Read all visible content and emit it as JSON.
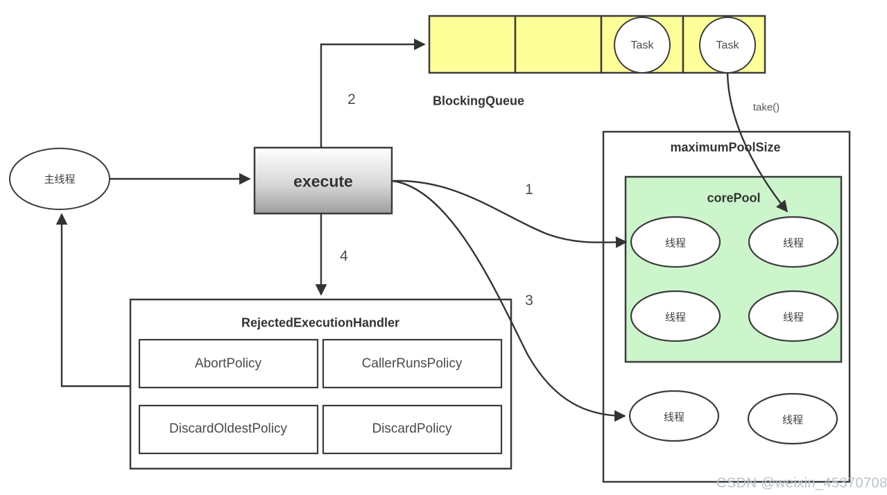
{
  "diagram": {
    "title_watermark": "CSDN @weixin_45370708",
    "main_thread": {
      "label": "主线程"
    },
    "execute": {
      "label": "execute"
    },
    "blocking_queue": {
      "caption": "BlockingQueue",
      "cells": [
        {
          "task": ""
        },
        {
          "task": ""
        },
        {
          "task": "Task"
        },
        {
          "task": "Task"
        }
      ],
      "fill_color": "#FFFF99"
    },
    "pool": {
      "outer_label": "maximumPoolSize",
      "core_label": "corePool",
      "core_fill_color": "#CCF5CC",
      "core_threads": [
        {
          "label": "线程"
        },
        {
          "label": "线程"
        },
        {
          "label": "线程"
        },
        {
          "label": "线程"
        }
      ],
      "extra_threads": [
        {
          "label": "线程"
        },
        {
          "label": "线程"
        }
      ]
    },
    "handler": {
      "title": "RejectedExecutionHandler",
      "policies": [
        {
          "label": "AbortPolicy"
        },
        {
          "label": "CallerRunsPolicy"
        },
        {
          "label": "DiscardOldestPolicy"
        },
        {
          "label": "DiscardPolicy"
        }
      ]
    },
    "edge_labels": {
      "one": "1",
      "two": "2",
      "three": "3",
      "four": "4",
      "take": "take()"
    }
  }
}
